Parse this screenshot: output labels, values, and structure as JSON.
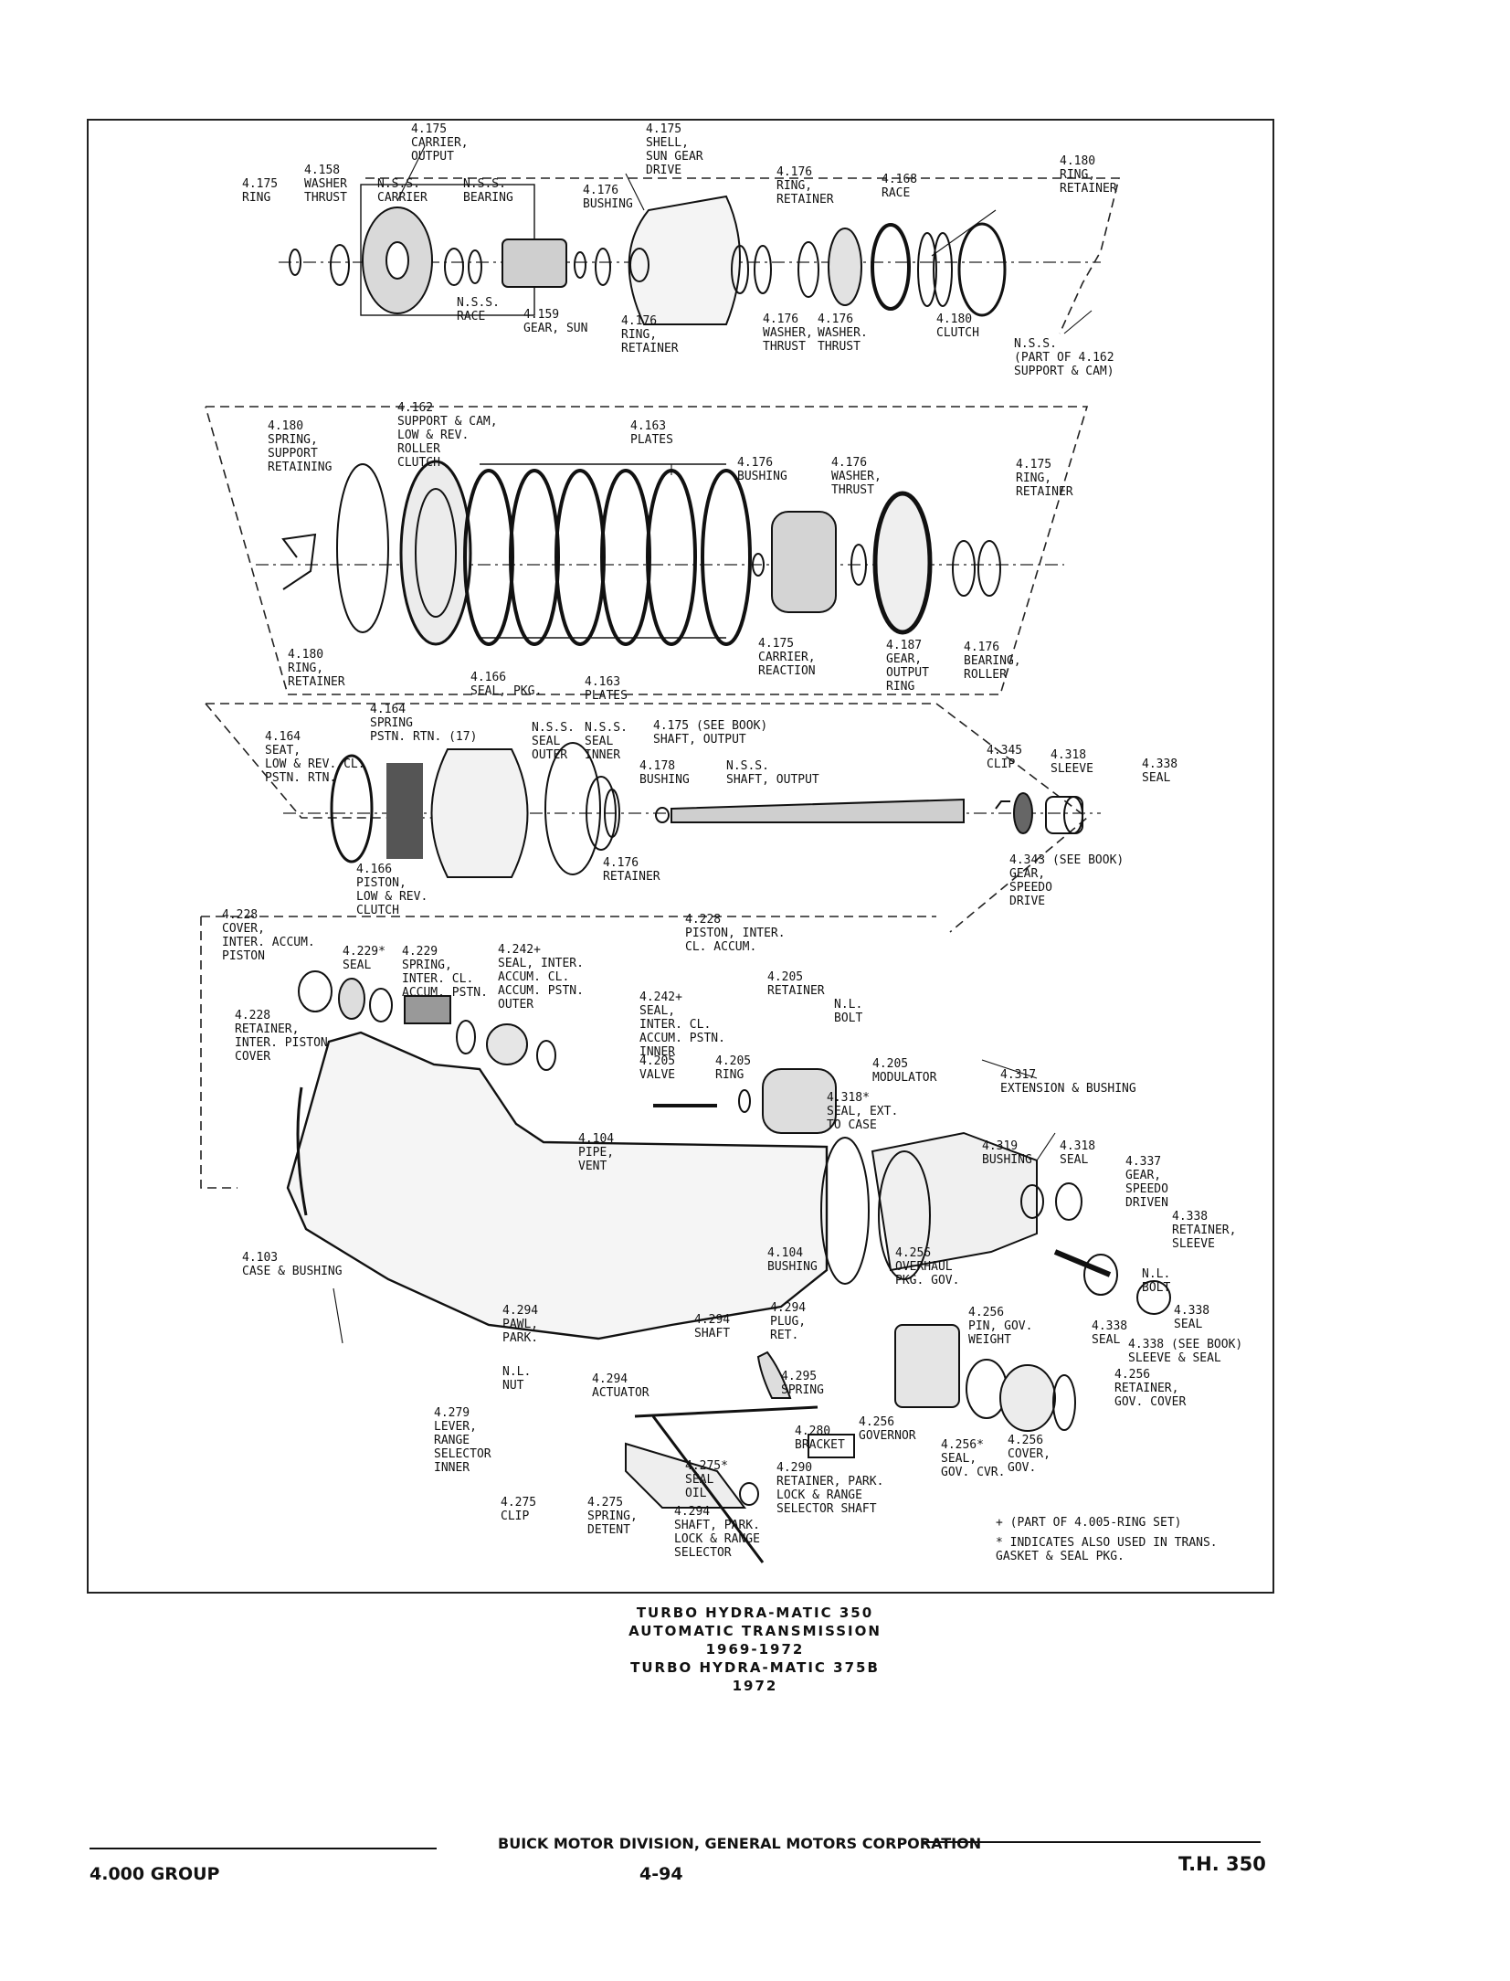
{
  "labels": [
    {
      "id": "carrier-output",
      "lines": [
        "4.175",
        "CARRIER,",
        "OUTPUT"
      ]
    },
    {
      "id": "shell-sun-gear",
      "lines": [
        "4.175",
        "SHELL,",
        "SUN GEAR",
        "DRIVE"
      ]
    },
    {
      "id": "ring-180-retainer",
      "lines": [
        "4.180",
        "RING,",
        "RETAINER"
      ]
    },
    {
      "id": "ring-175-top",
      "lines": [
        "4.175",
        "RING"
      ]
    },
    {
      "id": "washer-158",
      "lines": [
        "4.158",
        "WASHER",
        "THRUST"
      ]
    },
    {
      "id": "nss-carrier",
      "lines": [
        "N.S.S.",
        "CARRIER"
      ]
    },
    {
      "id": "nss-bearing",
      "lines": [
        "N.S.S.",
        "BEARING"
      ]
    },
    {
      "id": "bushing-176-top",
      "lines": [
        "4.176",
        "BUSHING"
      ]
    },
    {
      "id": "ring-176-retainer-top",
      "lines": [
        "4.176",
        "RING,",
        "RETAINER"
      ]
    },
    {
      "id": "race-168",
      "lines": [
        "4.168",
        "RACE"
      ]
    },
    {
      "id": "nss-race",
      "lines": [
        "N.S.S.",
        "RACE"
      ]
    },
    {
      "id": "gear-sun",
      "lines": [
        "4.159",
        "GEAR, SUN"
      ]
    },
    {
      "id": "ring-176-retainer-low",
      "lines": [
        "4.176",
        "RING,",
        "RETAINER"
      ]
    },
    {
      "id": "washer-176-a",
      "lines": [
        "4.176",
        "WASHER,",
        "THRUST"
      ]
    },
    {
      "id": "washer-176-b",
      "lines": [
        "4.176",
        "WASHER.",
        "THRUST"
      ]
    },
    {
      "id": "clutch-180",
      "lines": [
        "4.180",
        "CLUTCH"
      ]
    },
    {
      "id": "nss-part-162",
      "lines": [
        "N.S.S.",
        "(PART OF 4.162",
        "SUPPORT & CAM)"
      ]
    },
    {
      "id": "spring-support",
      "lines": [
        "4.180",
        "SPRING,",
        "SUPPORT",
        "RETAINING"
      ]
    },
    {
      "id": "support-cam",
      "lines": [
        "4.162",
        "SUPPORT & CAM,",
        "LOW & REV.",
        "ROLLER",
        "CLUTCH"
      ]
    },
    {
      "id": "plates-163-top",
      "lines": [
        "4.163",
        "PLATES"
      ]
    },
    {
      "id": "bushing-176-mid",
      "lines": [
        "4.176",
        "BUSHING"
      ]
    },
    {
      "id": "washer-176-mid",
      "lines": [
        "4.176",
        "WASHER,",
        "THRUST"
      ]
    },
    {
      "id": "ring-175-retainer-mid",
      "lines": [
        "4.175",
        "RING,",
        "RETAINER"
      ]
    },
    {
      "id": "ring-180-retainer-mid",
      "lines": [
        "4.180",
        "RING,",
        "RETAINER"
      ]
    },
    {
      "id": "seal-pkg-166",
      "lines": [
        "4.166",
        "SEAL, PKG."
      ]
    },
    {
      "id": "plates-163-bottom",
      "lines": [
        "4.163",
        "PLATES"
      ]
    },
    {
      "id": "carrier-reaction",
      "lines": [
        "4.175",
        "CARRIER,",
        "REACTION"
      ]
    },
    {
      "id": "gear-output-ring",
      "lines": [
        "4.187",
        "GEAR,",
        "OUTPUT",
        "RING"
      ]
    },
    {
      "id": "bearing-roller",
      "lines": [
        "4.176",
        "BEARING,",
        "ROLLER"
      ]
    },
    {
      "id": "spring-pstn-rtn",
      "lines": [
        "4.164",
        "SPRING",
        "PSTN. RTN. (17)"
      ]
    },
    {
      "id": "seat-low-rev",
      "lines": [
        "4.164",
        "SEAT,",
        "LOW & REV. CL.",
        "PSTN. RTN."
      ]
    },
    {
      "id": "nss-seal-outer",
      "lines": [
        "N.S.S.",
        "SEAL",
        "OUTER"
      ]
    },
    {
      "id": "nss-seal-inner",
      "lines": [
        "N.S.S.",
        "SEAL",
        "INNER"
      ]
    },
    {
      "id": "shaft-output-book",
      "lines": [
        "4.175 (SEE BOOK)",
        "SHAFT, OUTPUT"
      ]
    },
    {
      "id": "bushing-178",
      "lines": [
        "4.178",
        "BUSHING"
      ]
    },
    {
      "id": "nss-shaft-output",
      "lines": [
        "N.S.S.",
        "SHAFT, OUTPUT"
      ]
    },
    {
      "id": "clip-345",
      "lines": [
        "4.345",
        "CLIP"
      ]
    },
    {
      "id": "sleeve-318",
      "lines": [
        "4.318",
        "SLEEVE"
      ]
    },
    {
      "id": "seal-338-top",
      "lines": [
        "4.338",
        "SEAL"
      ]
    },
    {
      "id": "piston-low-rev",
      "lines": [
        "4.166",
        "PISTON,",
        "LOW & REV.",
        "CLUTCH"
      ]
    },
    {
      "id": "retainer-176",
      "lines": [
        "4.176",
        "RETAINER"
      ]
    },
    {
      "id": "gear-speedo-drive",
      "lines": [
        "4.343 (SEE BOOK)",
        "GEAR,",
        "SPEEDO",
        "DRIVE"
      ]
    },
    {
      "id": "cover-inter-accum",
      "lines": [
        "4.228",
        "COVER,",
        "INTER. ACCUM.",
        "PISTON"
      ]
    },
    {
      "id": "seal-229",
      "lines": [
        "4.229*",
        "SEAL"
      ]
    },
    {
      "id": "spring-229",
      "lines": [
        "4.229",
        "SPRING,",
        "INTER. CL.",
        "ACCUM. PSTN."
      ]
    },
    {
      "id": "seal-inter-outer",
      "lines": [
        "4.242+",
        "SEAL, INTER.",
        "ACCUM. CL.",
        "ACCUM. PSTN.",
        "OUTER"
      ]
    },
    {
      "id": "piston-inter-accum",
      "lines": [
        "4.228",
        "PISTON, INTER.",
        "CL. ACCUM."
      ]
    },
    {
      "id": "retainer-inter-piston",
      "lines": [
        "4.228",
        "RETAINER,",
        "INTER. PISTON",
        "COVER"
      ]
    },
    {
      "id": "seal-inter-inner",
      "lines": [
        "4.242+",
        "SEAL,",
        "INTER. CL.",
        "ACCUM. PSTN.",
        "INNER"
      ]
    },
    {
      "id": "retainer-205",
      "lines": [
        "4.205",
        "RETAINER"
      ]
    },
    {
      "id": "nl-bolt-top",
      "lines": [
        "N.L.",
        "BOLT"
      ]
    },
    {
      "id": "valve-205",
      "lines": [
        "4.205",
        "VALVE"
      ]
    },
    {
      "id": "ring-205",
      "lines": [
        "4.205",
        "RING"
      ]
    },
    {
      "id": "modulator",
      "lines": [
        "4.205",
        "MODULATOR"
      ]
    },
    {
      "id": "extension-bushing",
      "lines": [
        "4.317",
        "EXTENSION & BUSHING"
      ]
    },
    {
      "id": "seal-ext-case",
      "lines": [
        "4.318*",
        "SEAL, EXT.",
        "TO CASE"
      ]
    },
    {
      "id": "pipe-vent",
      "lines": [
        "4.104",
        "PIPE,",
        "VENT"
      ]
    },
    {
      "id": "bushing-319",
      "lines": [
        "4.319",
        "BUSHING"
      ]
    },
    {
      "id": "seal-318",
      "lines": [
        "4.318",
        "SEAL"
      ]
    },
    {
      "id": "gear-speedo-driven",
      "lines": [
        "4.337",
        "GEAR,",
        "SPEEDO",
        "DRIVEN"
      ]
    },
    {
      "id": "retainer-sleeve",
      "lines": [
        "4.338",
        "RETAINER,",
        "SLEEVE"
      ]
    },
    {
      "id": "case-bushing",
      "lines": [
        "4.103",
        "CASE & BUSHING"
      ]
    },
    {
      "id": "bushing-104",
      "lines": [
        "4.104",
        "BUSHING"
      ]
    },
    {
      "id": "overhaul-pkg-gov",
      "lines": [
        "4.256",
        "OVERHAUL",
        "PKG. GOV."
      ]
    },
    {
      "id": "nl-bolt-right",
      "lines": [
        "N.L.",
        "BOLT"
      ]
    },
    {
      "id": "pawl-park",
      "lines": [
        "4.294",
        "PAWL,",
        "PARK."
      ]
    },
    {
      "id": "shaft-294",
      "lines": [
        "4.294",
        "SHAFT"
      ]
    },
    {
      "id": "plug-ret",
      "lines": [
        "4.294",
        "PLUG,",
        "RET."
      ]
    },
    {
      "id": "pin-gov-weight",
      "lines": [
        "4.256",
        "PIN, GOV.",
        "WEIGHT"
      ]
    },
    {
      "id": "seal-338-right",
      "lines": [
        "4.338",
        "SEAL"
      ]
    },
    {
      "id": "seal-338-mid",
      "lines": [
        "4.338",
        "SEAL"
      ]
    },
    {
      "id": "sleeve-seal-book",
      "lines": [
        "4.338 (SEE BOOK)",
        "SLEEVE & SEAL"
      ]
    },
    {
      "id": "nl-nut",
      "lines": [
        "N.L.",
        "NUT"
      ]
    },
    {
      "id": "actuator",
      "lines": [
        "4.294",
        "ACTUATOR"
      ]
    },
    {
      "id": "spring-295",
      "lines": [
        "4.295",
        "SPRING"
      ]
    },
    {
      "id": "retainer-gov-cover",
      "lines": [
        "4.256",
        "RETAINER,",
        "GOV. COVER"
      ]
    },
    {
      "id": "lever-range-selector",
      "lines": [
        "4.279",
        "LEVER,",
        "RANGE",
        "SELECTOR",
        "INNER"
      ]
    },
    {
      "id": "bracket-280",
      "lines": [
        "4.280",
        "BRACKET"
      ]
    },
    {
      "id": "governor",
      "lines": [
        "4.256",
        "GOVERNOR"
      ]
    },
    {
      "id": "seal-gov-cvr",
      "lines": [
        "4.256*",
        "SEAL,",
        "GOV. CVR."
      ]
    },
    {
      "id": "cover-gov",
      "lines": [
        "4.256",
        "COVER,",
        "GOV."
      ]
    },
    {
      "id": "retainer-park-lock",
      "lines": [
        "4.290",
        "RETAINER, PARK.",
        "LOCK & RANGE",
        "SELECTOR SHAFT"
      ]
    },
    {
      "id": "seal-oil",
      "lines": [
        "4.275*",
        "SEAL",
        "OIL"
      ]
    },
    {
      "id": "clip-275",
      "lines": [
        "4.275",
        "CLIP"
      ]
    },
    {
      "id": "spring-detent",
      "lines": [
        "4.275",
        "SPRING,",
        "DETENT"
      ]
    },
    {
      "id": "shaft-park-lock",
      "lines": [
        "4.294",
        "SHAFT, PARK.",
        "LOCK & RANGE",
        "SELECTOR"
      ]
    },
    {
      "id": "note-ring-set",
      "lines": [
        "+ (PART OF 4.005-RING SET)"
      ]
    },
    {
      "id": "note-gasket",
      "lines": [
        "* INDICATES ALSO USED IN TRANS.",
        "GASKET & SEAL PKG."
      ]
    }
  ],
  "caption": {
    "line1": "TURBO HYDRA-MATIC 350",
    "line2": "AUTOMATIC TRANSMISSION",
    "line3": "1969-1972",
    "line4": "TURBO HYDRA-MATIC 375B",
    "line5": "1972"
  },
  "footer": {
    "corporation": "BUICK MOTOR DIVISION, GENERAL MOTORS CORPORATION",
    "group": "4.000 GROUP",
    "page": "4-94",
    "section": "T.H. 350"
  }
}
